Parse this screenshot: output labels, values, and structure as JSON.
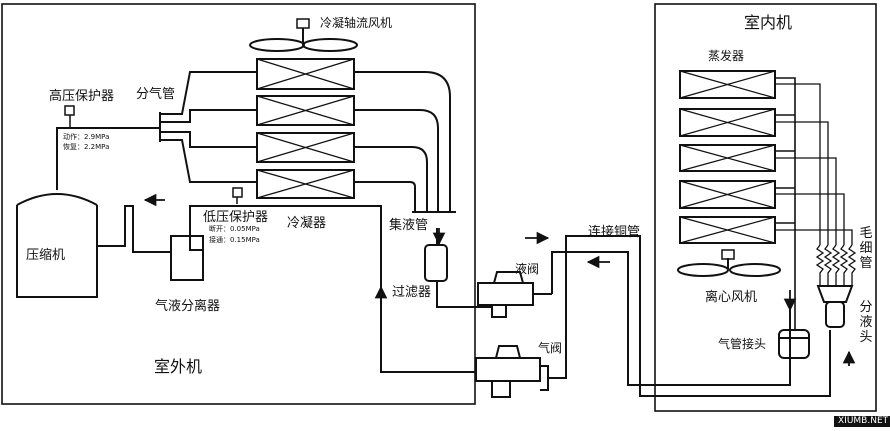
{
  "labels": {
    "axial_fan": "冷凝轴流风机",
    "high_pressure_protector": "高压保护器",
    "gas_distribution_pipe": "分气管",
    "hp_action": "动作：2.9MPa",
    "hp_reset": "恢复：2.2MPa",
    "compressor": "压缩机",
    "low_pressure_protector": "低压保护器",
    "lp_off": "断开：0.05MPa",
    "lp_on": "接通：0.15MPa",
    "condenser": "冷凝器",
    "liquid_collector": "集液管",
    "filter": "过滤器",
    "gas_liquid_separator": "气液分离器",
    "liquid_valve": "液阀",
    "gas_valve": "气阀",
    "outdoor_unit": "室外机",
    "indoor_unit": "室内机",
    "evaporator": "蒸发器",
    "connecting_pipe": "连接铜管",
    "capillary_tube": "毛细管",
    "centrifugal_fan": "离心风机",
    "gas_pipe_joint": "气管接头",
    "distributor": "分液头",
    "watermark": "XIUMB.NET"
  },
  "colors": {
    "line": "#111111",
    "background": "#ffffff"
  }
}
